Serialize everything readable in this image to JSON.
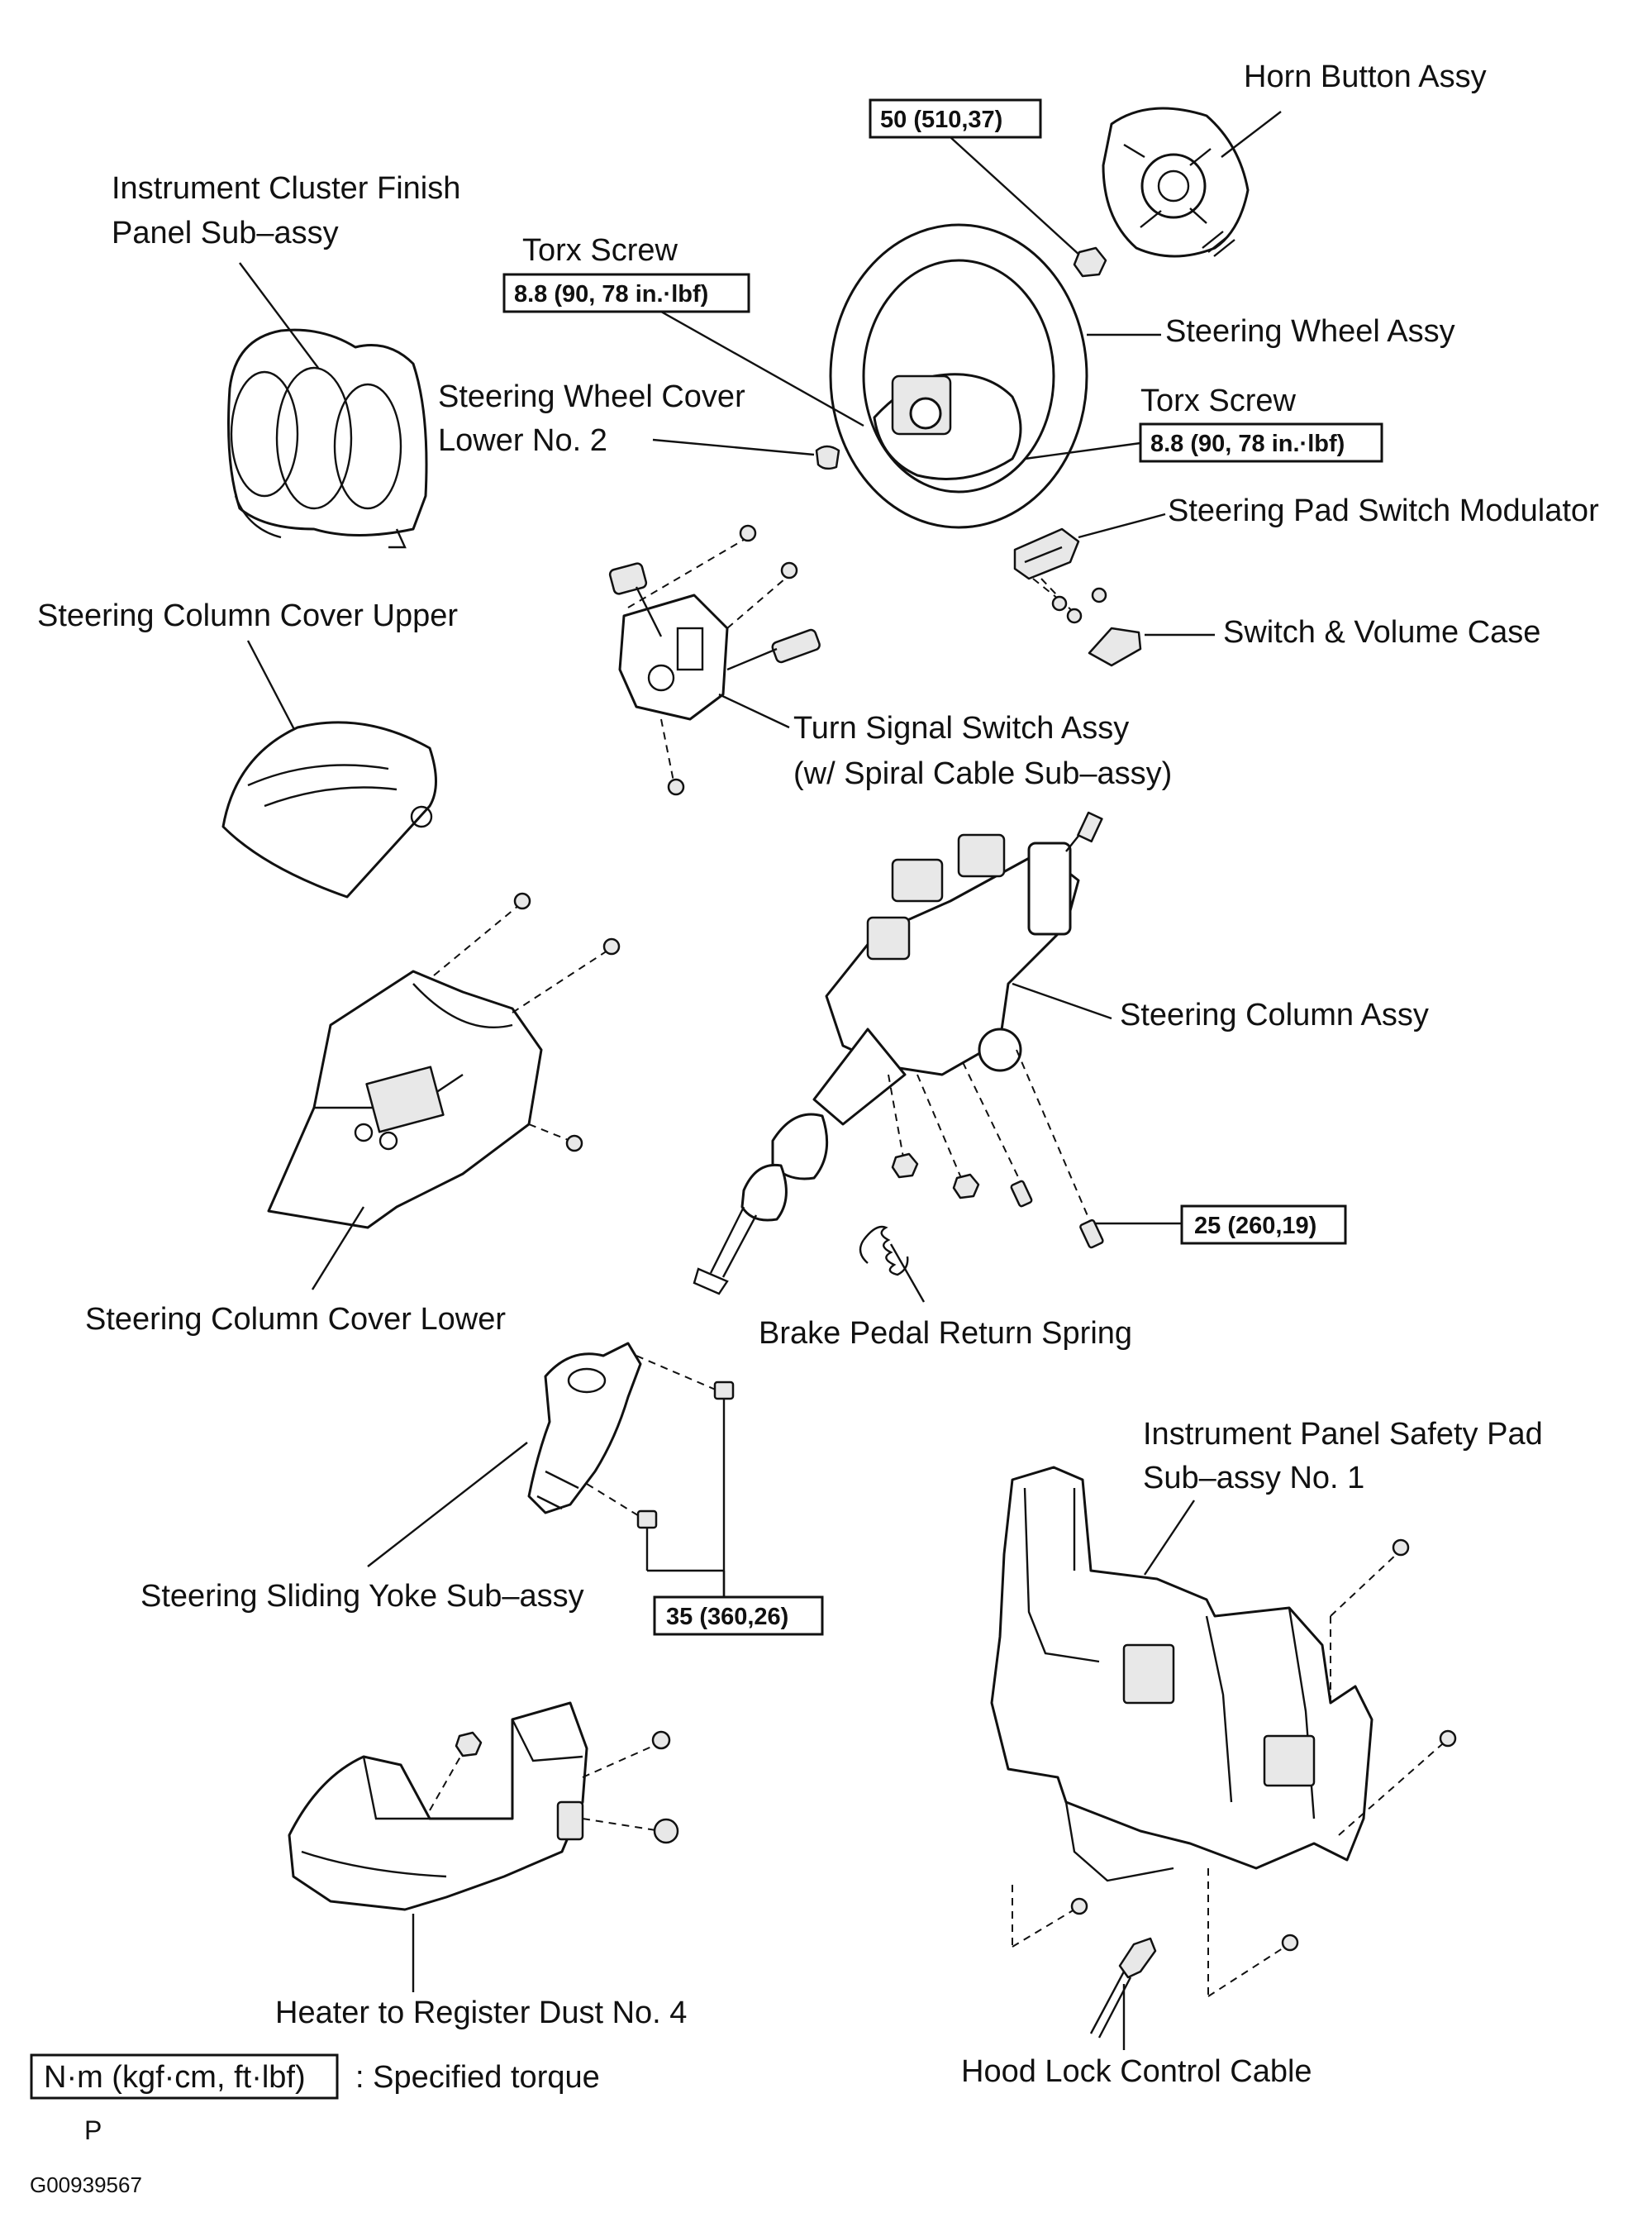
{
  "labels": {
    "horn_button": "Horn Button Assy",
    "cluster_finish_1": "Instrument Cluster Finish",
    "cluster_finish_2": "Panel Sub–assy",
    "torx_screw_upper": "Torx Screw",
    "steering_wheel": "Steering Wheel Assy",
    "cover_lower2_1": "Steering Wheel Cover",
    "cover_lower2_2": "Lower No. 2",
    "torx_screw_lower": "Torx Screw",
    "pad_switch_modulator": "Steering Pad Switch Modulator",
    "column_cover_upper": "Steering Column Cover Upper",
    "switch_volume_case": "Switch & Volume Case",
    "turn_signal_1": "Turn Signal Switch Assy",
    "turn_signal_2": "(w/ Spiral Cable Sub–assy)",
    "steering_column": "Steering Column Assy",
    "column_cover_lower": "Steering Column Cover Lower",
    "brake_spring": "Brake Pedal Return Spring",
    "safety_pad_1": "Instrument Panel Safety Pad",
    "safety_pad_2": "Sub–assy No. 1",
    "sliding_yoke": "Steering Sliding Yoke Sub–assy",
    "heater_duct": "Heater to Register Dust No. 4",
    "hood_lock_cable": "Hood Lock Control Cable"
  },
  "torques": {
    "horn_nut": "50 (510,37)",
    "torx_upper": "8.8 (90, 78 in.·lbf)",
    "torx_lower": "8.8 (90, 78 in.·lbf)",
    "column_bolt": "25 (260,19)",
    "yoke_bolts": "35 (360,26)"
  },
  "legend": {
    "unit_box": "N·m (kgf·cm, ft·lbf)",
    "unit_desc": ": Specified torque",
    "mark": "P"
  },
  "figure_id": "G00939567"
}
